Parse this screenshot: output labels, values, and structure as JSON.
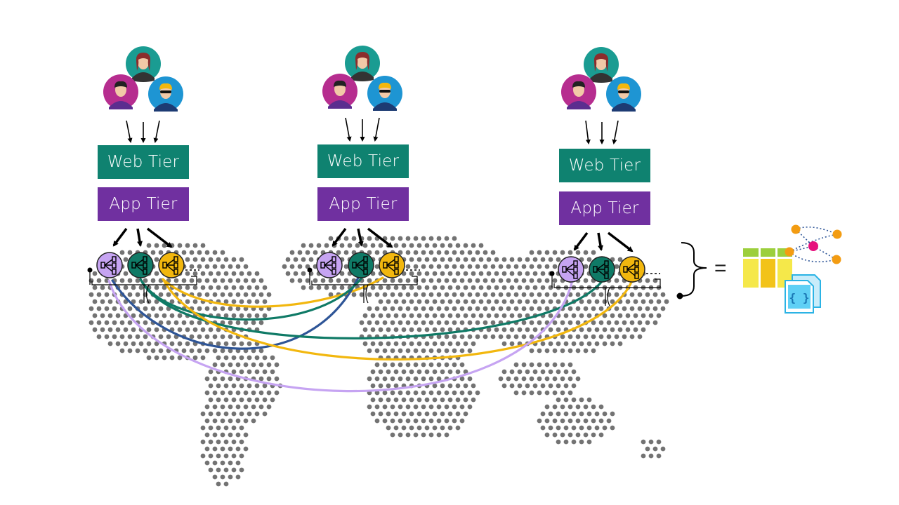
{
  "regions": [
    {
      "id": "region-1",
      "web_tier": "Web Tier",
      "app_tier": "App Tier"
    },
    {
      "id": "region-2",
      "web_tier": "Web Tier",
      "app_tier": "App Tier"
    },
    {
      "id": "region-3",
      "web_tier": "Web Tier",
      "app_tier": "App Tier"
    }
  ],
  "equals_sign": "=",
  "colors": {
    "web_tier": "#0f8270",
    "app_tier": "#7030a0",
    "partition_lavender": "#c6a4f2",
    "partition_green": "#0f7a66",
    "partition_gold": "#f2b70e",
    "link_navy": "#2e5597",
    "user_teal": "#1a9c92",
    "user_magenta": "#b62d8f",
    "user_blue": "#1e95d3",
    "map_dots": "#5a5a5a"
  },
  "icons": [
    "user-icon",
    "partition-icon",
    "table-icon",
    "json-document-icon",
    "graph-icon",
    "world-map"
  ]
}
